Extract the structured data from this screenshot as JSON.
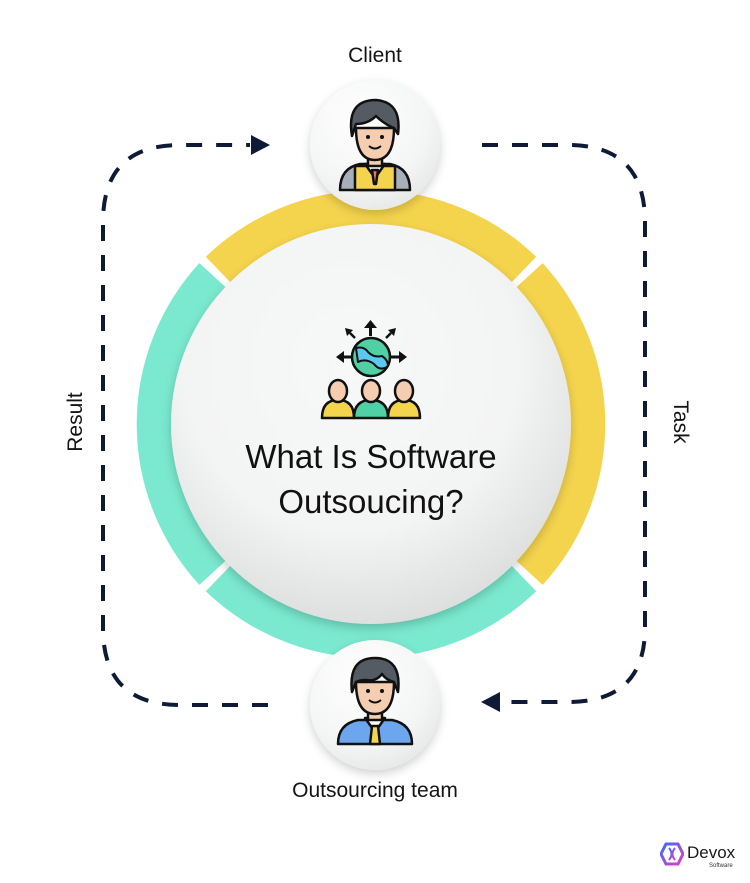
{
  "diagram": {
    "title_line1": "What Is Software",
    "title_line2": "Outsoucing?",
    "nodes": {
      "client": {
        "label": "Client",
        "icon": "client-businessman-icon"
      },
      "team": {
        "label": "Outsourcing team",
        "icon": "team-member-icon"
      }
    },
    "flows": {
      "task": {
        "label": "Task",
        "direction": "client-to-team",
        "side": "right"
      },
      "result": {
        "label": "Result",
        "direction": "team-to-client",
        "side": "left"
      }
    },
    "center_icon": "global-team-icon",
    "ring_segments": [
      {
        "position": "top",
        "color": "#F5D44D"
      },
      {
        "position": "right",
        "color": "#F5D44D"
      },
      {
        "position": "bottom",
        "color": "#7AE9CF"
      },
      {
        "position": "left",
        "color": "#7AE9CF"
      }
    ],
    "arrow_color": "#0F1B36"
  },
  "brand": {
    "name": "Devox",
    "sub": "Software"
  }
}
